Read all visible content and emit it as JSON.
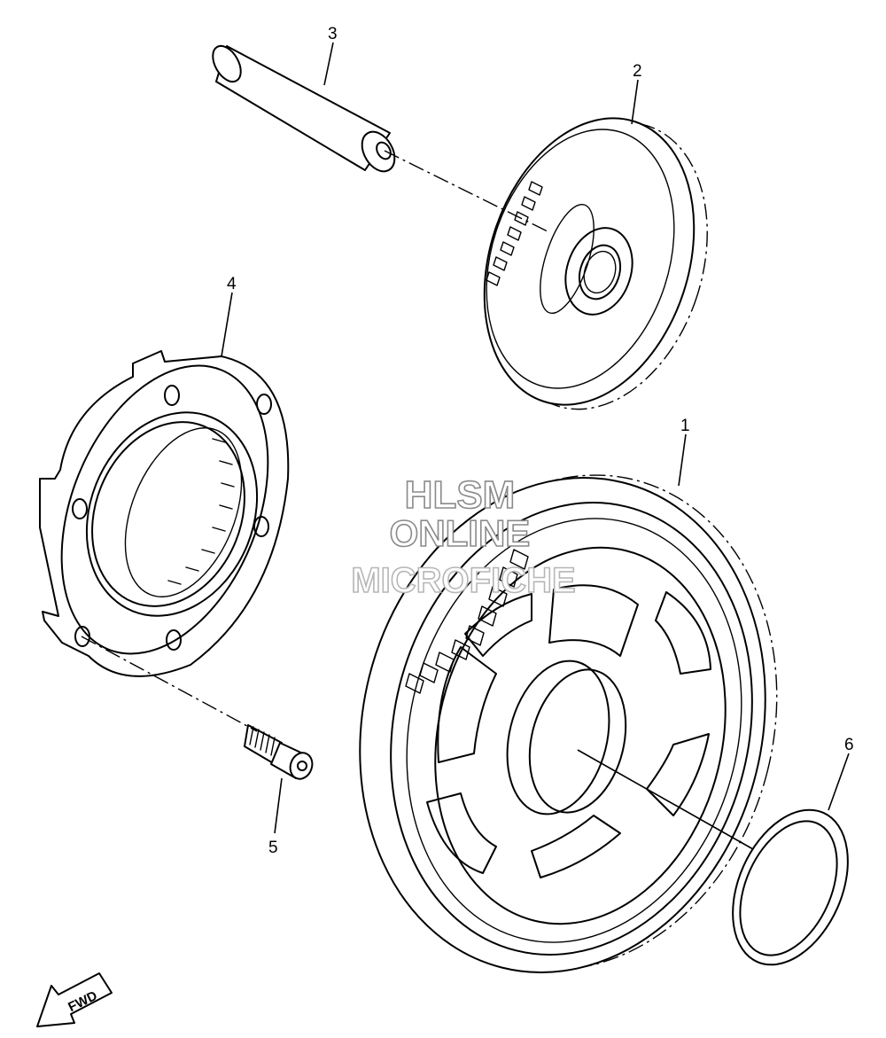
{
  "callouts": {
    "part1": "1",
    "part2": "2",
    "part3": "3",
    "part4": "4",
    "part5": "5",
    "part6": "6"
  },
  "watermark": {
    "line1": "HLSM",
    "line2": "ONLINE",
    "line3": "MICROFICHE"
  },
  "direction_indicator": {
    "label": "FWD"
  },
  "colors": {
    "line": "#000000",
    "background": "#ffffff",
    "watermark_outline": "#8a8a8a"
  }
}
